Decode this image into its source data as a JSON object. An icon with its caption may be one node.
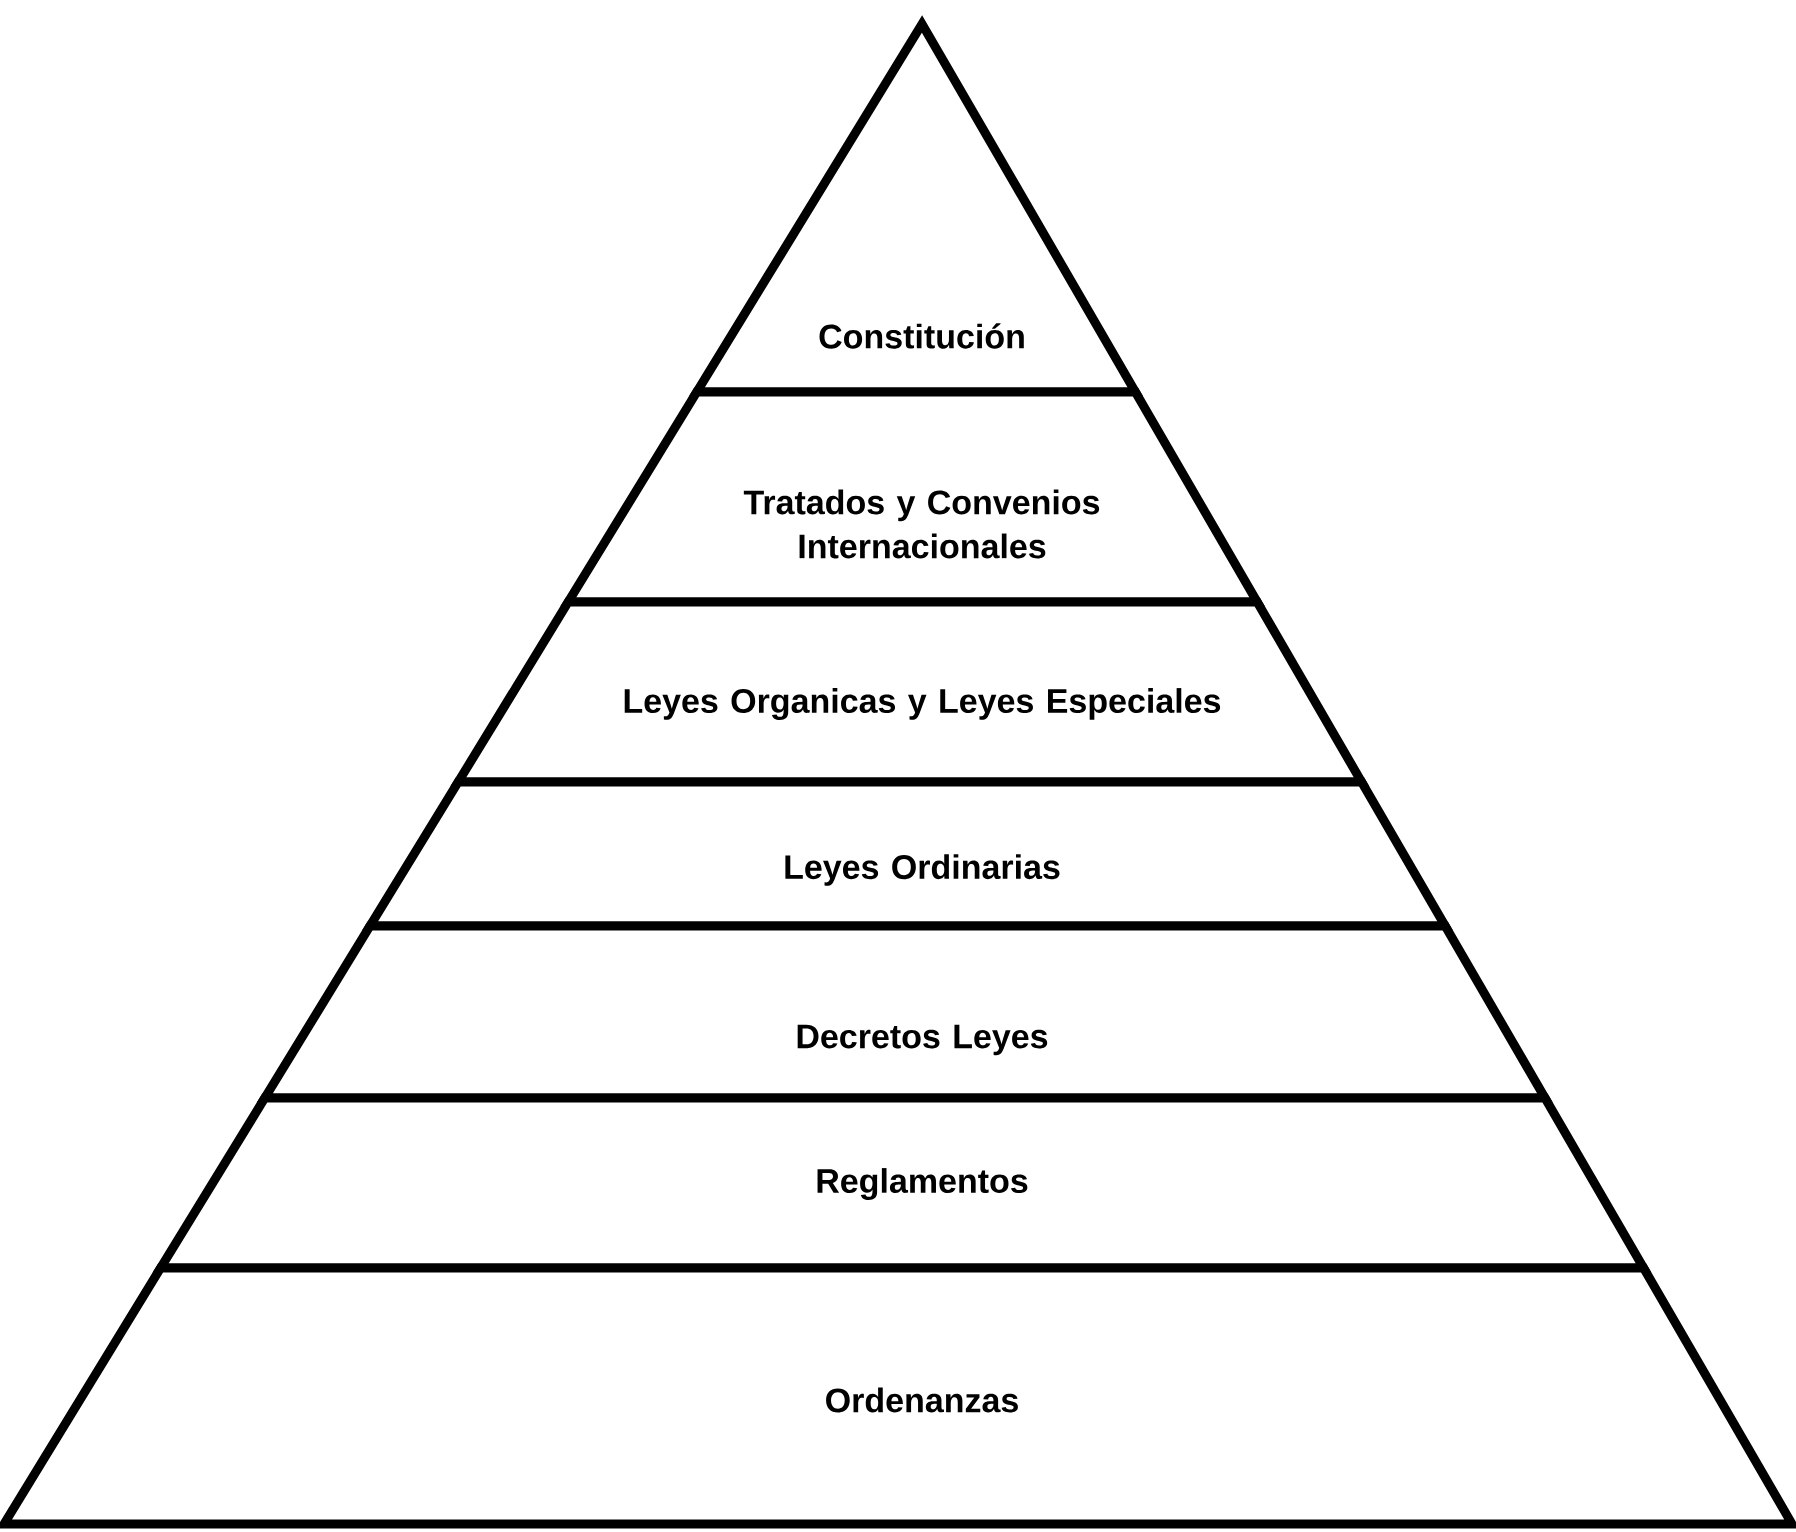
{
  "diagram": {
    "nodes": [
      {
        "text": [
          "Constitución"
        ]
      },
      {
        "text": [
          "Tratados y Convenios Internacionales"
        ]
      },
      {
        "text": [
          "Leyes Organicas y Leyes Especiales"
        ]
      },
      {
        "text": [
          "Leyes Ordinarias"
        ]
      },
      {
        "text": [
          "Decretos Leyes"
        ]
      },
      {
        "text": [
          "Reglamentos"
        ]
      },
      {
        "text": [
          "Ordenanzas"
        ]
      }
    ]
  }
}
